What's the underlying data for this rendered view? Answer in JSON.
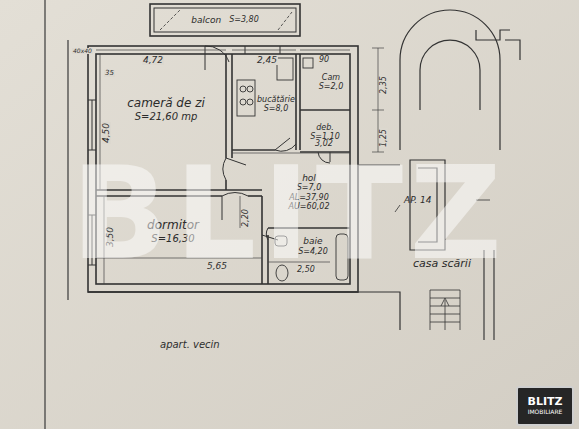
{
  "diagram": {
    "nodes": [
      {
        "text": [
          "balcon",
          "S=3,80"
        ]
      },
      {
        "text": [
          "cameră de zi",
          "S=21,60 mp"
        ]
      },
      {
        "text": [
          "bucătărie",
          "S=8,0"
        ]
      },
      {
        "text": [
          "Cam",
          "S=2,0"
        ]
      },
      {
        "text": [
          "deb.",
          "S=1,10"
        ]
      },
      {
        "text": [
          "hol",
          "S=7,0",
          "AL=37,90",
          "AU=60,02"
        ]
      },
      {
        "text": [
          "dormitor",
          "S=16,30"
        ]
      },
      {
        "text": [
          "baie",
          "S=4,20"
        ]
      },
      {
        "text": [
          "casa scării"
        ]
      },
      {
        "text": [
          "BLITZ",
          "IMOBILIARE"
        ]
      }
    ],
    "labels": [
      "40x40",
      "35",
      "4,72",
      "2,45",
      "90",
      "4,50",
      "3,02",
      "2,20",
      "3,50",
      "5,65",
      "2,50",
      "2,35",
      "1,25",
      "AP. 14",
      "apart. vecin",
      "BLITZ"
    ]
  }
}
